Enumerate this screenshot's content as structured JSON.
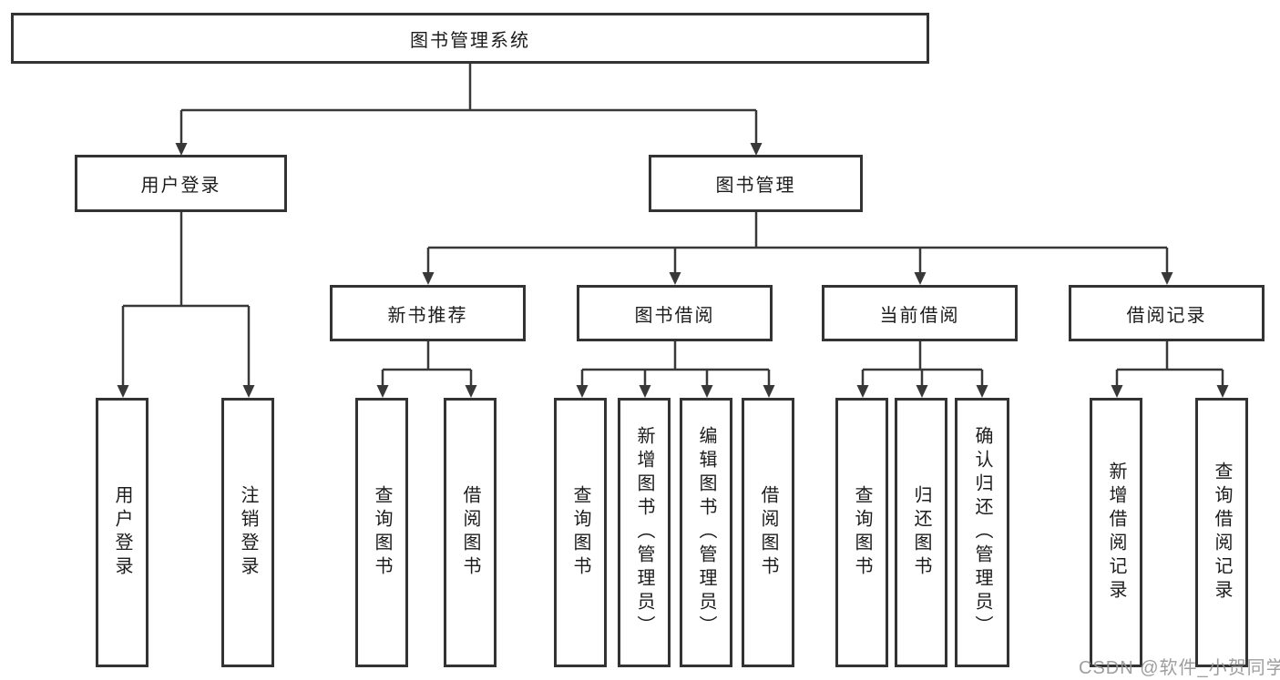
{
  "diagram": {
    "title": "图书管理系统",
    "tree": {
      "root": {
        "label": "图书管理系统"
      },
      "branches": [
        {
          "label": "用户登录",
          "children": [
            {
              "label": "用户登录"
            },
            {
              "label": "注销登录"
            }
          ]
        },
        {
          "label": "图书管理",
          "children": [
            {
              "label": "新书推荐",
              "children": [
                {
                  "label": "查询图书"
                },
                {
                  "label": "借阅图书"
                }
              ]
            },
            {
              "label": "图书借阅",
              "children": [
                {
                  "label": "查询图书"
                },
                {
                  "label": "新增图书（管理员）"
                },
                {
                  "label": "编辑图书（管理员）"
                },
                {
                  "label": "借阅图书"
                }
              ]
            },
            {
              "label": "当前借阅",
              "children": [
                {
                  "label": "查询图书"
                },
                {
                  "label": "归还图书"
                },
                {
                  "label": "确认归还（管理员）"
                }
              ]
            },
            {
              "label": "借阅记录",
              "children": [
                {
                  "label": "新增借阅记录"
                },
                {
                  "label": "查询借阅记录"
                }
              ]
            }
          ]
        }
      ]
    },
    "colors": {
      "line": "#383838",
      "box_border": "#333333",
      "box_fill": "#ffffff",
      "text": "#1c1c1c",
      "background": "#ffffff",
      "watermark": "#969696"
    }
  },
  "watermark": {
    "text": "CSDN @软件_小贺同学"
  }
}
